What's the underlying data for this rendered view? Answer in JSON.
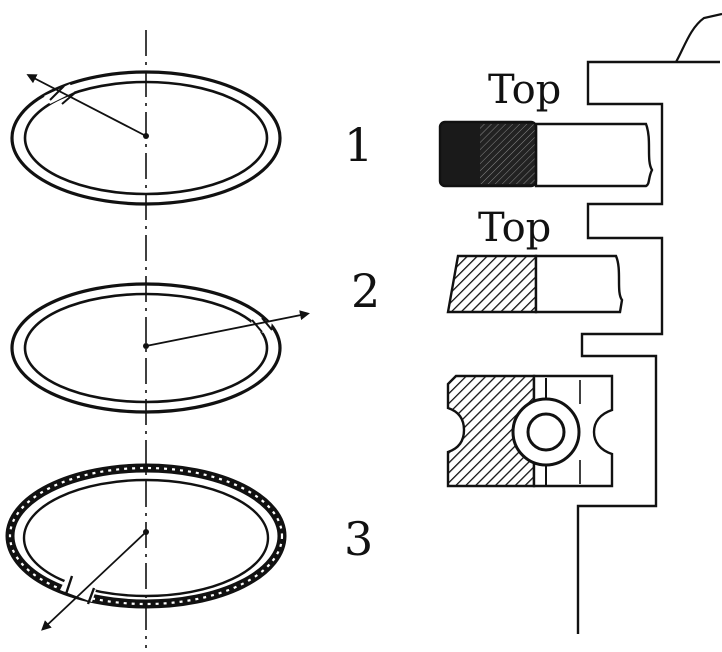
{
  "diagram": {
    "ring_labels": [
      "1",
      "2",
      "3"
    ],
    "top_label_1": "Top",
    "top_label_2": "Top"
  },
  "colors": {
    "ink": "#111111",
    "paper": "#ffffff"
  },
  "icons": {
    "gap_arrow": "arrow-icon",
    "hatching": "hatch-pattern"
  }
}
